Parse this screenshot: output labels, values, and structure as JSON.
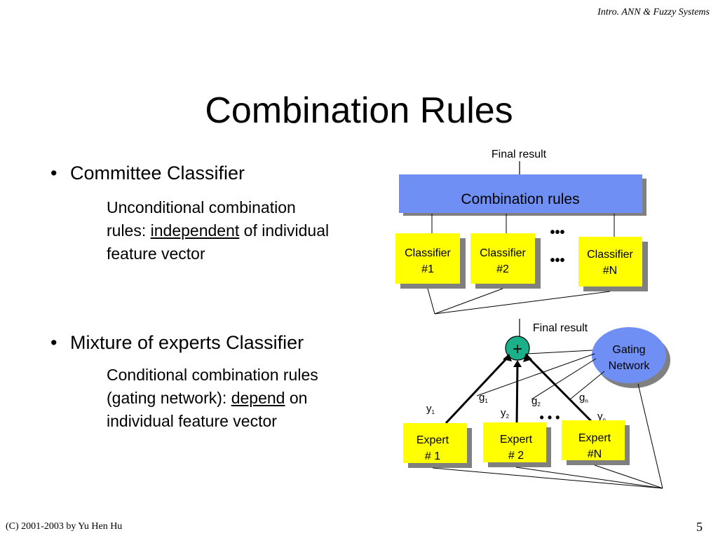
{
  "header": {
    "course": "Intro. ANN & Fuzzy Systems"
  },
  "title": "Combination Rules",
  "bullets": [
    {
      "heading": "Committee Classifier",
      "line1": "Unconditional combination",
      "line2_pre": "rules: ",
      "line2_emph": "independent",
      "line2_post": " of individual",
      "line3": "feature vector"
    },
    {
      "heading": "Mixture of experts Classifier",
      "line1": "Conditional combination rules",
      "line2_pre": "(gating network): ",
      "line2_emph": "depend",
      "line2_post": " on",
      "line3": "individual feature vector"
    }
  ],
  "diagram1": {
    "final_result": "Final result",
    "combination_rules": "Combination rules",
    "ellipsis": "•••",
    "classifiers": [
      {
        "line1": "Classifier",
        "line2": "#1"
      },
      {
        "line1": "Classifier",
        "line2": "#2"
      },
      {
        "line1": "Classifier",
        "line2": "#N"
      }
    ]
  },
  "diagram2": {
    "final_result": "Final result",
    "gating_line1": "Gating",
    "gating_line2": "Network",
    "ellipsis": "• • •",
    "experts": [
      {
        "line1": "Expert",
        "line2": "# 1",
        "y": "y",
        "y_sub": "1",
        "g": "g",
        "g_sub": "1"
      },
      {
        "line1": "Expert",
        "line2": "# 2",
        "y": "y",
        "y_sub": "2",
        "g": "g",
        "g_sub": "2"
      },
      {
        "line1": "Expert",
        "line2": "#N",
        "y": "y",
        "y_sub": "n",
        "g": "g",
        "g_sub": "n"
      }
    ]
  },
  "colors": {
    "blue_box": "#6f8ff5",
    "yellow_box": "#ffff00",
    "gating": "#6f8ff5",
    "summer": "#19b08a",
    "shadow": "#808080"
  },
  "footer": {
    "copyright": "(C) 2001-2003  by Yu Hen Hu",
    "page": "5"
  }
}
